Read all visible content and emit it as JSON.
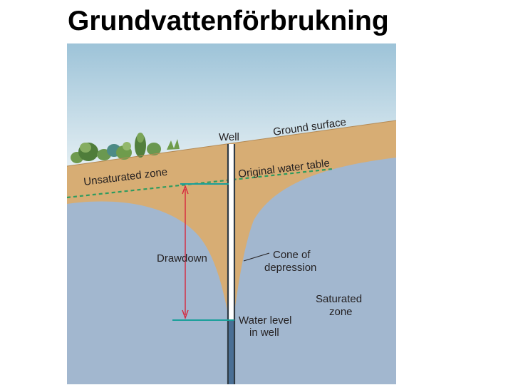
{
  "slide": {
    "title": "Grundvattenförbrukning"
  },
  "diagram": {
    "labels": {
      "well": "Well",
      "ground_surface": "Ground surface",
      "unsaturated_zone": "Unsaturated zone",
      "original_water_table": "Original water table",
      "drawdown": "Drawdown",
      "cone_of_depression_line1": "Cone of",
      "cone_of_depression_line2": "depression",
      "saturated_zone_line1": "Saturated",
      "saturated_zone_line2": "zone",
      "water_level_line1": "Water level",
      "water_level_line2": "in well"
    },
    "colors": {
      "sky_top": "#9dc3d8",
      "sky_bottom": "#e6f0f4",
      "unsaturated_soil": "#d7ad74",
      "saturated_zone": "#a2b7cf",
      "water_level_line": "#1a9f9a",
      "original_water_table": "#2f9b5f",
      "drawdown_arrow": "#d7263d",
      "well_casing": "#2f3a44",
      "water_in_well": "#4a6f95"
    }
  }
}
